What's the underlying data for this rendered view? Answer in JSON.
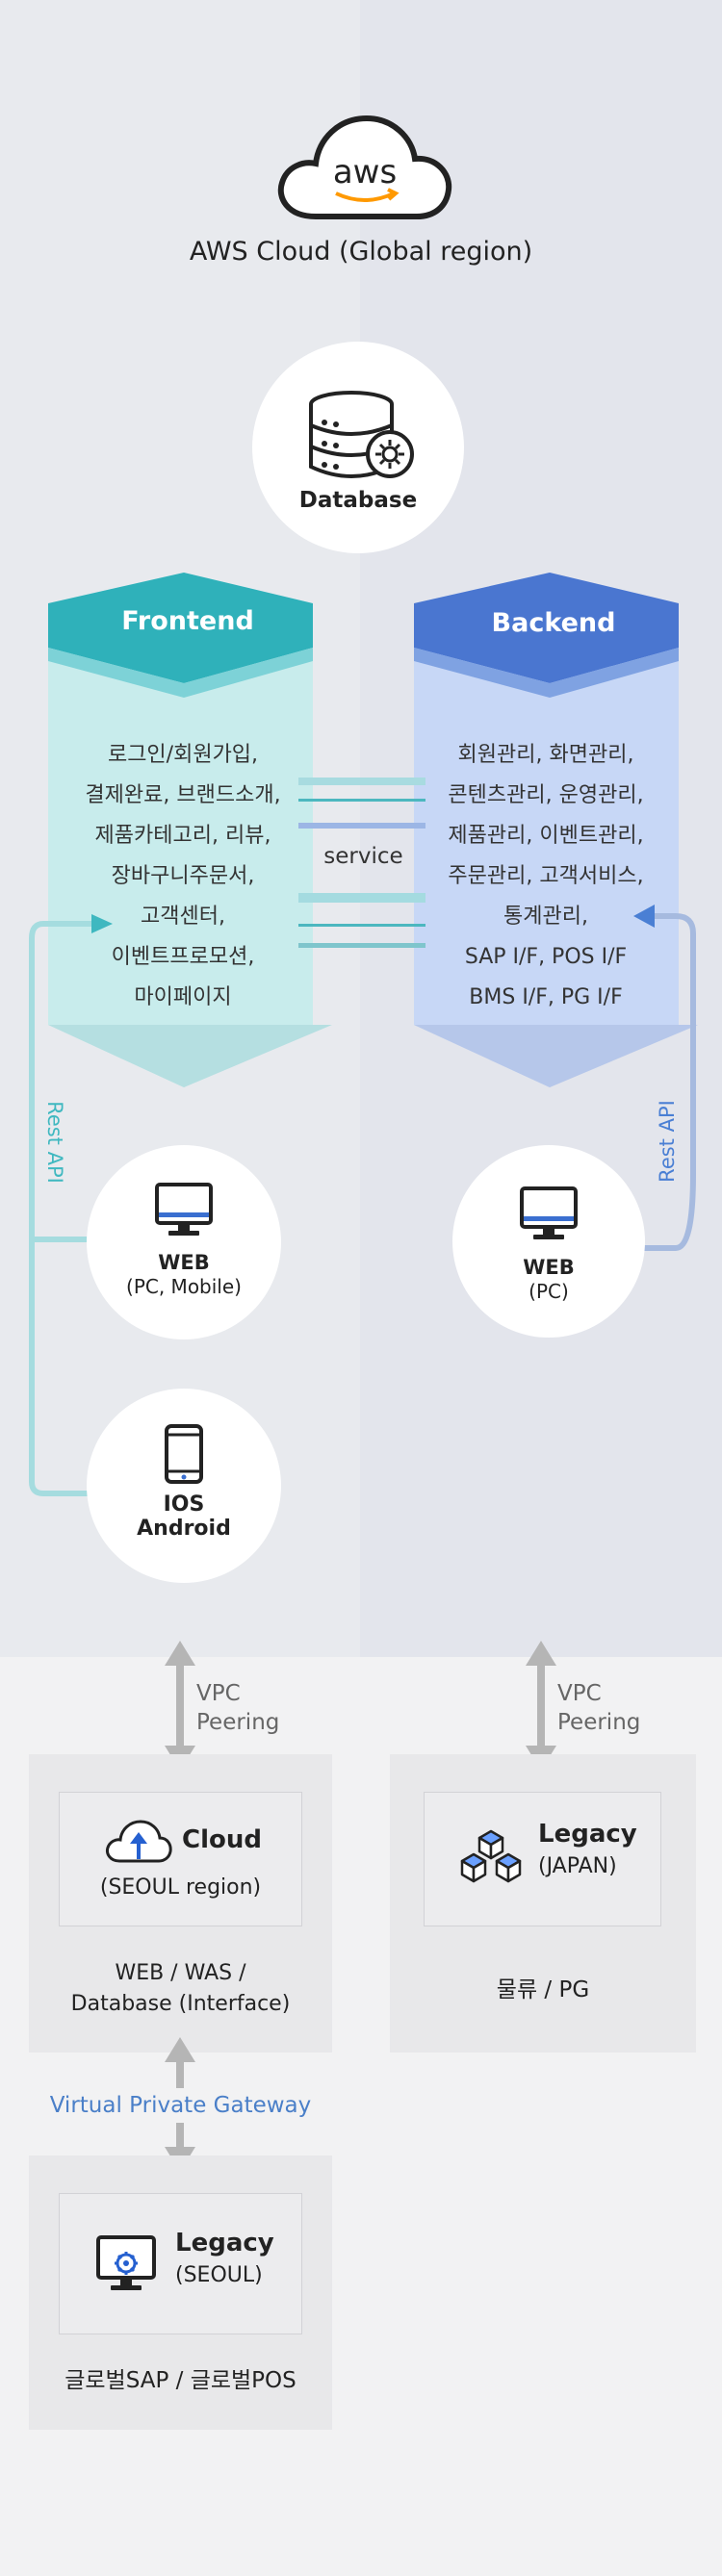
{
  "aws": {
    "logo_text": "aws",
    "title": "AWS Cloud (Global region)"
  },
  "database": {
    "label": "Database"
  },
  "frontend": {
    "title": "Frontend",
    "items": [
      "로그인/회원가입,",
      "결제완료, 브랜드소개,",
      "제품카테고리, 리뷰,",
      "장바구니주문서,",
      "고객센터,",
      "이벤트프로모션,",
      "마이페이지"
    ]
  },
  "backend": {
    "title": "Backend",
    "items": [
      "회원관리, 화면관리,",
      "콘텐츠관리, 운영관리,",
      "제품관리, 이벤트관리,",
      "주문관리, 고객서비스,",
      "통계관리,",
      "SAP I/F, POS I/F",
      "BMS I/F, PG I/F"
    ]
  },
  "service_label": "service",
  "rest_api_left": "Rest API",
  "rest_api_right": "Rest API",
  "web_pc_mobile": {
    "title": "WEB",
    "sub": "(PC, Mobile)"
  },
  "web_pc": {
    "title": "WEB",
    "sub": "(PC)"
  },
  "ios_android": {
    "line1": "IOS",
    "line2": "Android"
  },
  "vpc_left": {
    "line1": "VPC",
    "line2": "Peering"
  },
  "vpc_right": {
    "line1": "VPC",
    "line2": "Peering"
  },
  "cloud_box": {
    "title": "Cloud",
    "sub": "(SEOUL region)",
    "desc1": "WEB / WAS /",
    "desc2": "Database (Interface)"
  },
  "legacy_japan": {
    "title": "Legacy",
    "sub": "(JAPAN)",
    "desc": "물류 / PG"
  },
  "gateway_label": "Virtual Private Gateway",
  "legacy_seoul": {
    "title": "Legacy",
    "sub": "(SEOUL)",
    "desc": "글로벌SAP / 글로벌POS"
  },
  "colors": {
    "frontend": "#3fb8c0",
    "backend": "#4a7fd4",
    "gateway_text": "#4a7fc8",
    "arrow_gray": "#b5b5b5"
  }
}
